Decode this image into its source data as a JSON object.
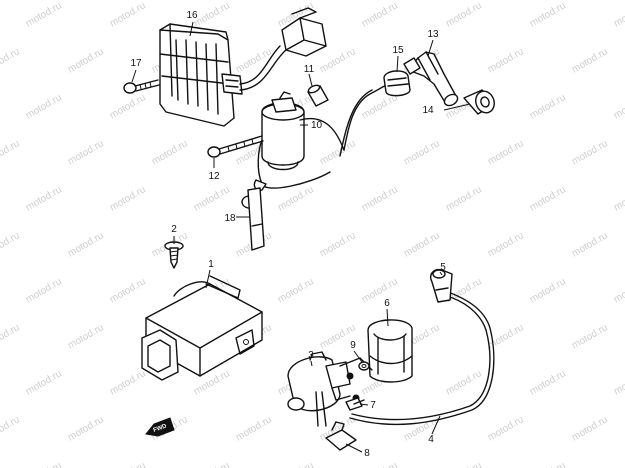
{
  "watermark": "motod.ru",
  "direction_marker": "FWD",
  "callouts": [
    {
      "id": "c1",
      "label": "1"
    },
    {
      "id": "c2",
      "label": "2"
    },
    {
      "id": "c3",
      "label": "3"
    },
    {
      "id": "c4",
      "label": "4"
    },
    {
      "id": "c5",
      "label": "5"
    },
    {
      "id": "c6",
      "label": "6"
    },
    {
      "id": "c7",
      "label": "7"
    },
    {
      "id": "c8",
      "label": "8"
    },
    {
      "id": "c9",
      "label": "9"
    },
    {
      "id": "c10",
      "label": "10"
    },
    {
      "id": "c11",
      "label": "11"
    },
    {
      "id": "c12",
      "label": "12"
    },
    {
      "id": "c13",
      "label": "13"
    },
    {
      "id": "c14",
      "label": "14"
    },
    {
      "id": "c15",
      "label": "15"
    },
    {
      "id": "c16",
      "label": "16"
    },
    {
      "id": "c17",
      "label": "17"
    },
    {
      "id": "c18",
      "label": "18"
    }
  ]
}
